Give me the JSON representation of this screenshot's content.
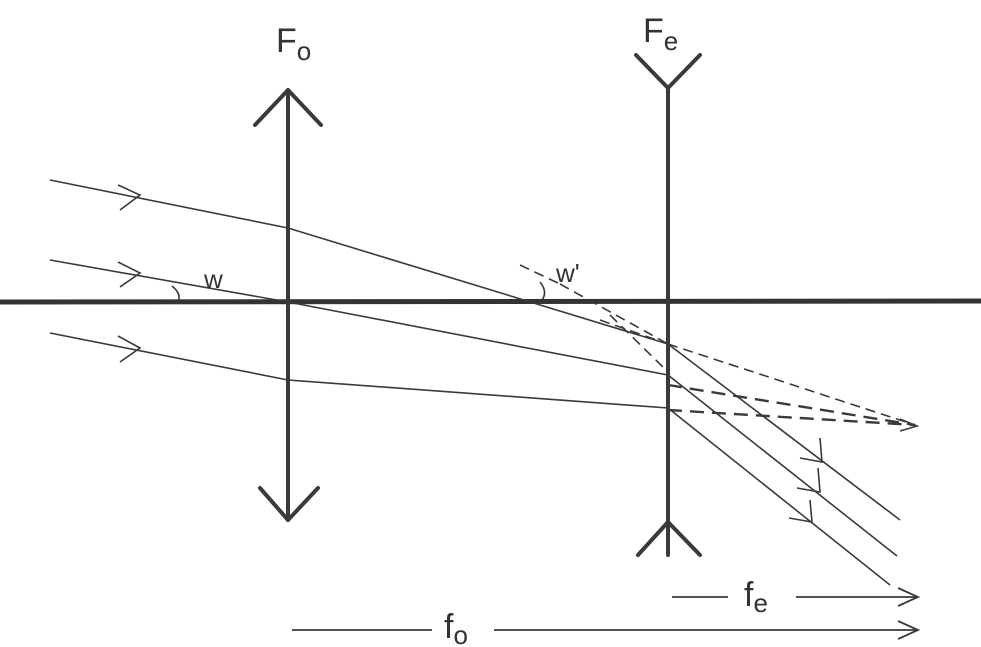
{
  "labels": {
    "objective_main": "F",
    "objective_sub": "o",
    "eyepiece_main": "F",
    "eyepiece_sub": "e",
    "angle_in": "w",
    "angle_out": "w'",
    "focal_eyepiece_main": "f",
    "focal_eyepiece_sub": "e",
    "focal_objective_main": "f",
    "focal_objective_sub": "o"
  }
}
